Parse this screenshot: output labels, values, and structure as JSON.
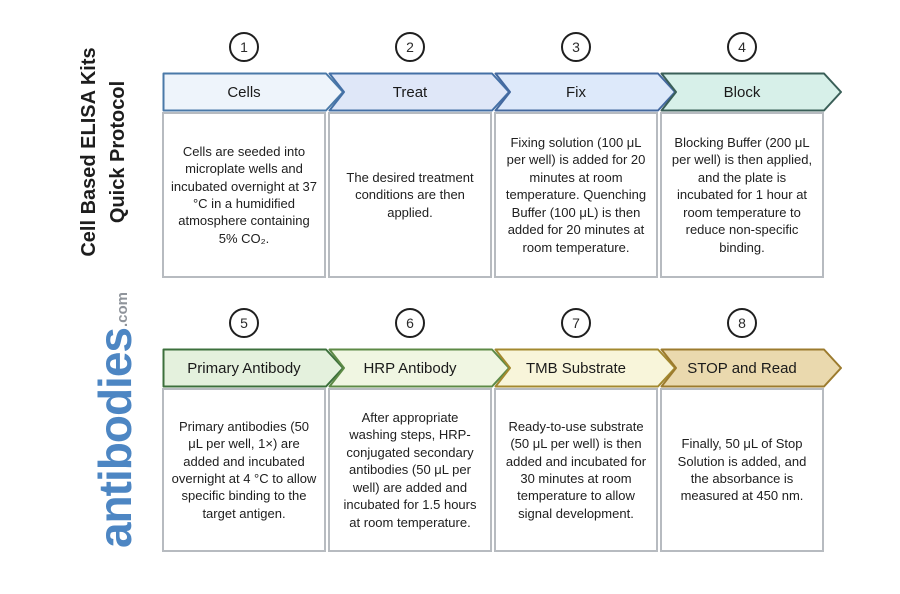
{
  "sidebar": {
    "title_line1": "Cell Based ELISA Kits",
    "title_line2": "Quick Protocol",
    "logo_text": "antibodies",
    "logo_suffix": ".com",
    "logo_color": "#4d86c3",
    "logo_suffix_color": "#8f949b"
  },
  "steps": [
    {
      "number": "1",
      "title": "Cells",
      "description": "Cells are seeded into microplate wells and incubated overnight at 37 °C in a humidified atmosphere containing 5% CO₂.",
      "fill": "#eef4fb",
      "border": "#4a79a8"
    },
    {
      "number": "2",
      "title": "Treat",
      "description": "The desired treatment conditions are then applied.",
      "fill": "#dfe7f8",
      "border": "#4470a6"
    },
    {
      "number": "3",
      "title": "Fix",
      "description": "Fixing solution (100 μL per well) is added for 20 minutes at room temperature. Quenching Buffer (100 μL) is then added for 20 minutes at room temperature.",
      "fill": "#dde9fa",
      "border": "#44699f"
    },
    {
      "number": "4",
      "title": "Block",
      "description": "Blocking Buffer (200 μL per well) is then applied, and the plate is incubated for 1 hour at room temperature to reduce non-specific binding.",
      "fill": "#d7f0e9",
      "border": "#3a5f58"
    },
    {
      "number": "5",
      "title": "Primary Antibody",
      "description": "Primary antibodies (50 μL per well, 1×) are added and incubated overnight at 4 °C to allow specific binding to the target antigen.",
      "fill": "#e4f1dd",
      "border": "#3c703c"
    },
    {
      "number": "6",
      "title": "HRP Antibody",
      "description": "After appropriate washing steps, HRP-conjugated secondary antibodies (50 μL per well) are added and incubated for 1.5 hours at room temperature.",
      "fill": "#f0f6e2",
      "border": "#5d8a46"
    },
    {
      "number": "7",
      "title": "TMB Substrate",
      "description": "Ready-to-use substrate (50 μL per well) is then added and incubated for 30 minutes at room temperature to allow signal development.",
      "fill": "#f8f5da",
      "border": "#a3892f"
    },
    {
      "number": "8",
      "title": "STOP and Read",
      "description": "Finally, 50 μL of Stop Solution is added, and the absorbance is measured at 450 nm.",
      "fill": "#ead9ae",
      "border": "#9c7b2e"
    }
  ]
}
